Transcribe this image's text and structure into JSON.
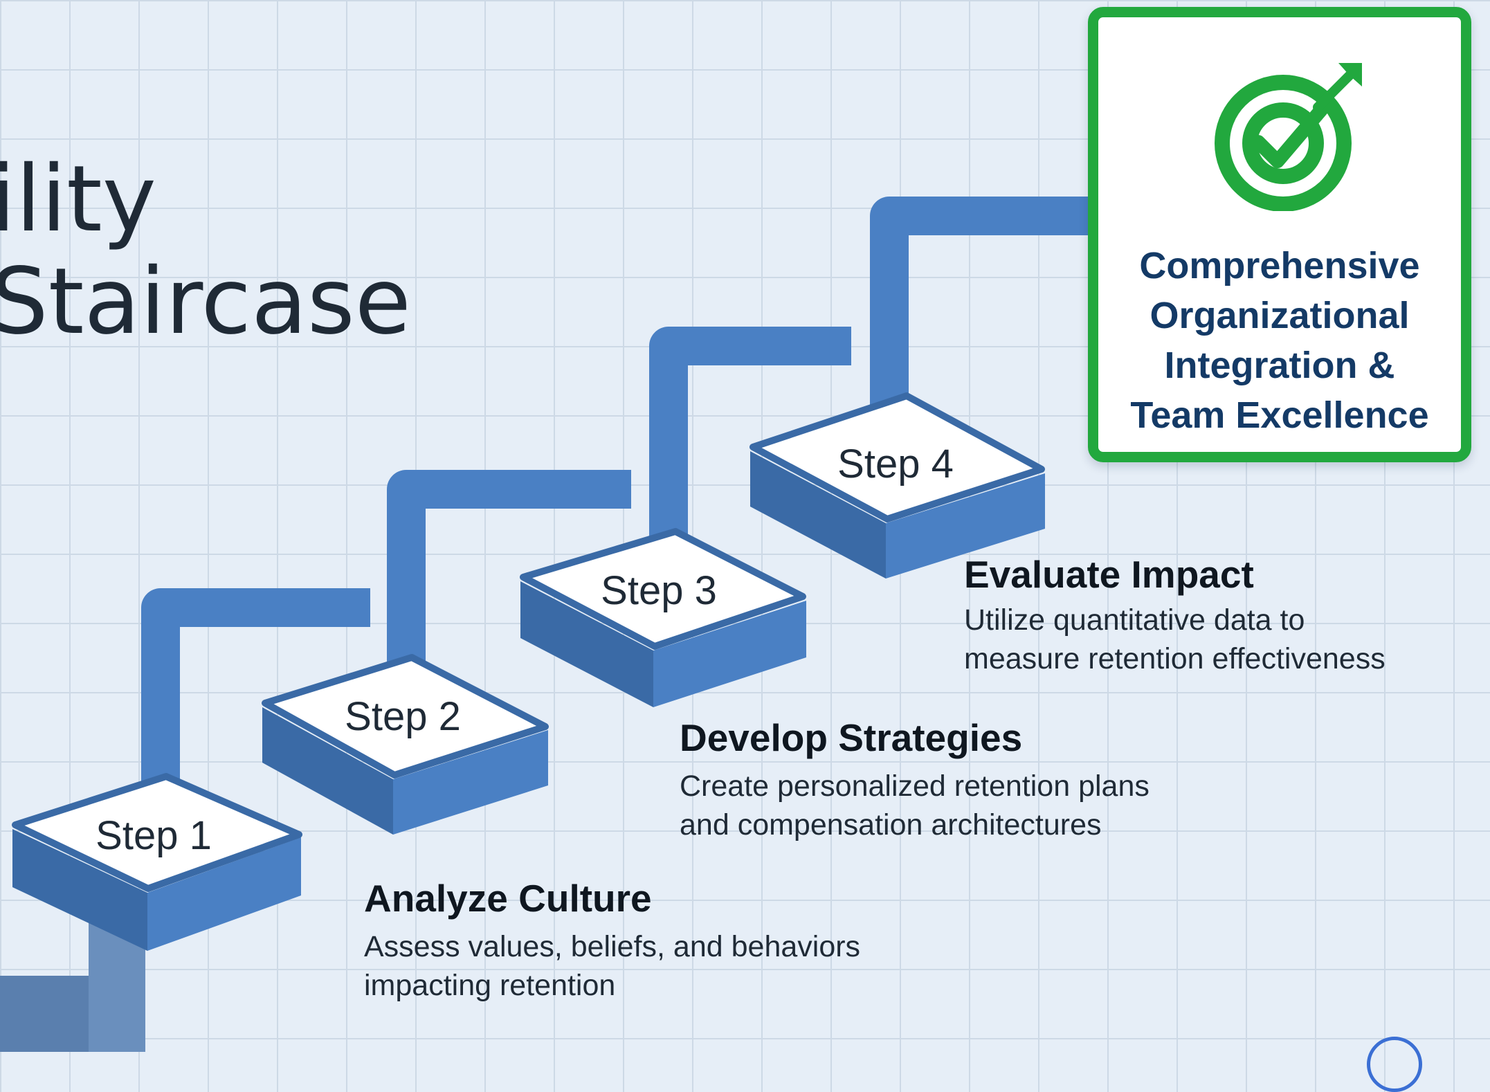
{
  "title": {
    "line1": "ility",
    "line2": "Staircase"
  },
  "steps": [
    {
      "label": "Step 1",
      "heading": "Analyze Culture",
      "desc_line1": "Assess values, beliefs, and behaviors",
      "desc_line2": "impacting retention"
    },
    {
      "label": "Step 2",
      "heading": "",
      "desc_line1": "",
      "desc_line2": ""
    },
    {
      "label": "Step 3",
      "heading": "Develop Strategies",
      "desc_line1": "Create personalized retention plans",
      "desc_line2": "and compensation architectures"
    },
    {
      "label": "Step 4",
      "heading": "Evaluate Impact",
      "desc_line1": "Utilize quantitative data to",
      "desc_line2": "measure retention effectiveness"
    }
  ],
  "goal": {
    "line1": "Comprehensive",
    "line2": "Organizational",
    "line3": "Integration &",
    "line4": "Team Excellence",
    "icon": "target-check-icon"
  },
  "colors": {
    "background": "#e6eef7",
    "grid": "#cdd9e6",
    "stair": "#4a80c4",
    "stair_dark": "#3a6aa6",
    "platform_top": "#ffffff",
    "goal_border": "#22a83e",
    "goal_text": "#143a66",
    "text": "#1f2a36"
  }
}
